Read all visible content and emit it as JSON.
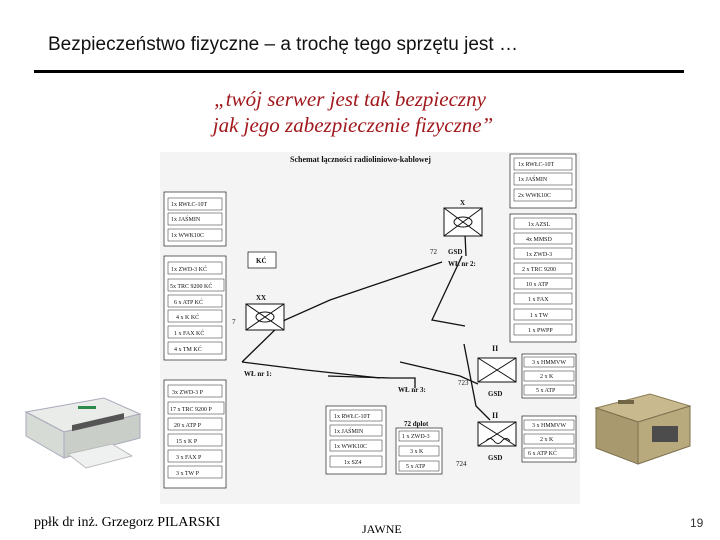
{
  "slide": {
    "title": "Bezpieczeństwo fizyczne – a trochę tego sprzętu jest …",
    "quote_line1": "„twój serwer jest tak bezpieczny",
    "quote_line2": "jak jego zabezpieczenie fizyczne”",
    "author": "ppłk dr inż. Grzegorz PILARSKI",
    "classification": "JAWNE",
    "page_number": "19"
  },
  "diagram": {
    "title": "Schemat łączności radioliniowo-kablowej",
    "left_top_box": [
      "1x RWŁC-10T",
      "1x JAŚMIN",
      "1x WWK10C"
    ],
    "left_mid_box": [
      "1x ZWD-3 KĆ",
      "5x TRC 9200 KĆ",
      "6 x ATP KĆ",
      "4 x K KĆ",
      "1 x FAX KĆ",
      "4 x TM KĆ"
    ],
    "left_bottom_box": [
      "3x ZWD-3 P",
      "17 x TRC 9200 P",
      "20 x ATP P",
      "15 x K P",
      "3 x FAX P",
      "3 x TW P"
    ],
    "right_top_box": [
      "1x RWŁC-10T",
      "1x JAŚMIN",
      "2x WWK10C"
    ],
    "right_mid_box": [
      "1x AZSL",
      "4x MMSD",
      "1x ZWD-3",
      "2 x TRC 9200",
      "10 x ATP",
      "1 x FAX",
      "1 x TW",
      "1 x PWPP"
    ],
    "right_box_a": [
      "3 x HMMVW",
      "2 x K",
      "5 x ATP"
    ],
    "right_box_b": [
      "3 x HMMVW",
      "2 x K",
      "6 x ATP KĆ"
    ],
    "center_box": [
      "1x RWŁC-10T",
      "1x JAŚMIN",
      "1x WWK10C",
      "1x SZ4"
    ],
    "center_side_box": [
      "1 x ZWD-3",
      "3 x K",
      "5 x ATP"
    ],
    "labels": {
      "node_x": "X",
      "node_xx": "XX",
      "node_ii_a": "II",
      "node_ii_b": "II",
      "kc": "KĆ",
      "gsd1": "GSD",
      "gsd2": "GSD",
      "gsd3": "GSD",
      "n72": "72",
      "wl2": "WŁ nr 2:",
      "n7": "7",
      "wl1": "WŁ nr 1:",
      "wl3": "WŁ nr 3:",
      "n723": "723",
      "n72dplot": "72 dplot",
      "n724": "724"
    }
  },
  "colors": {
    "quote": "#a0181c",
    "rule": "#000000",
    "diagram_line": "#111111"
  }
}
